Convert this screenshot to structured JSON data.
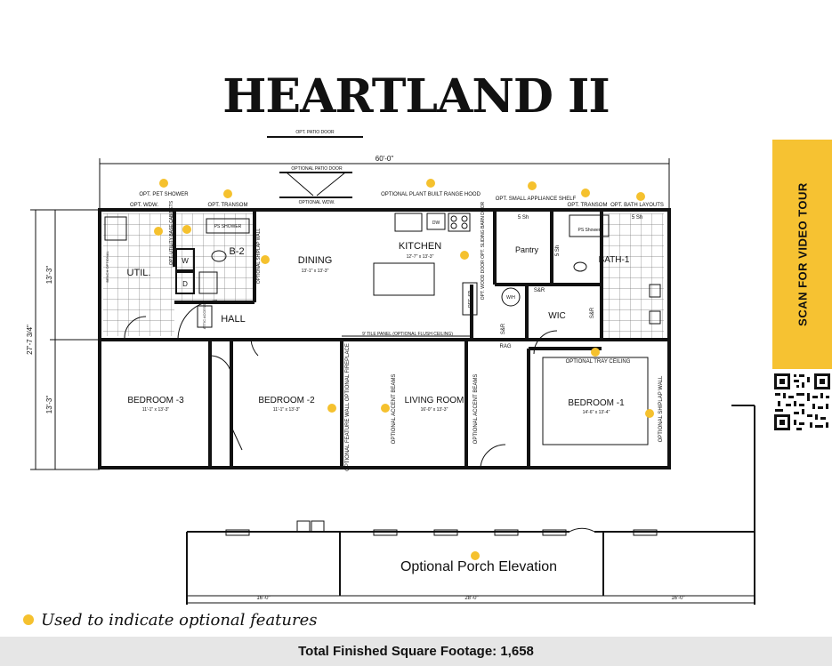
{
  "title": "HEARTLAND II",
  "video_tour": "SCAN FOR VIDEO TOUR",
  "legend": "Used to indicate optional features",
  "footer": "Total Finished Square Footage: 1,658",
  "colors": {
    "optional_dot": "#f5c12e",
    "video_banner": "#f6c232",
    "footer_bg": "#e6e6e6"
  },
  "dimensions": {
    "overall_width": "60'-0\"",
    "overall_depth": "27'-7 3/4\"",
    "top_depth": "13'-3\"",
    "bottom_depth": "13'-3\"",
    "porch_left": "16'-0\"",
    "porch_center": "28'-0\"",
    "porch_right": "16'-0\""
  },
  "rooms": {
    "util": "UTIL.",
    "b2": "B-2",
    "dining": "DINING",
    "dining_size": "13'-1\" x 13'-3\"",
    "kitchen": "KITCHEN",
    "kitchen_size": "12'-7\" x 13'-3\"",
    "pantry": "Pantry",
    "bath1": "BATH-1",
    "wic": "WIC",
    "hall": "HALL",
    "bedroom3": "BEDROOM -3",
    "bedroom3_size": "11'-1\" x 13'-3\"",
    "bedroom2": "BEDROOM -2",
    "bedroom2_size": "11'-1\" x 13'-3\"",
    "living": "LIVING ROOM",
    "living_size": "16'-0\" x 13'-3\"",
    "bedroom1": "BEDROOM -1",
    "bedroom1_size": "14'-6\" x 13'-4\"",
    "porch": "Optional Porch Elevation"
  },
  "fixtures": {
    "w": "W",
    "d": "D",
    "wh": "W/H",
    "sh_pantry": "5 Sh",
    "sh_bath": "5 Sh",
    "sh_side": "5 Sh",
    "sr1": "S&R",
    "sr2": "S&R",
    "sr3": "S&R",
    "ps_shower_left": "PS SHOWER",
    "ps_shower_right": "PS Shower",
    "ref": "REF. SP.",
    "dw": "DW",
    "rag": "RAG",
    "attic": "ATTIC ACCESS"
  },
  "options": {
    "pet_shower": "OPT. PET SHOWER",
    "wdw": "OPT. WDW.",
    "transom_left": "OPT. TRANSOM",
    "utility_base": "OPT. UTILITY BASE CABINETS",
    "shiplap_b2": "OPTIONAL SHIPLAP WALL",
    "patio_door_top": "OPT. PATIO DOOR",
    "patio_door": "OPTIONAL PATIO DOOR",
    "dining_wdw": "OPTIONAL WDW.",
    "plant_range": "OPTIONAL PLANT BUILT RANGE HOOD",
    "appliance_shelf": "OPT. SMALL APPLIANCE SHELF",
    "transom_right": "OPT. TRANSOM",
    "bath_layouts": "OPT. BATH LAYOUTS",
    "barn_door": "OPT. WOOD DOOR OPT. SLIDING BARN DOOR",
    "ceiling_panel": "9' TILE PANEL (OPTIONAL FLUSH CEILING)",
    "tray_ceiling": "OPTIONAL TRAY CEILING",
    "shiplap_bed1": "OPTIONAL SHIPLAP WALL",
    "feature_wall": "OPTIONAL FEATURE WALL OPTIONAL FIREPLACE",
    "accent_beams_left": "OPTIONAL ACCENT BEAMS",
    "accent_beams_right": "OPTIONAL ACCENT BEAMS",
    "bench": "BENCH OPTIONAL"
  }
}
